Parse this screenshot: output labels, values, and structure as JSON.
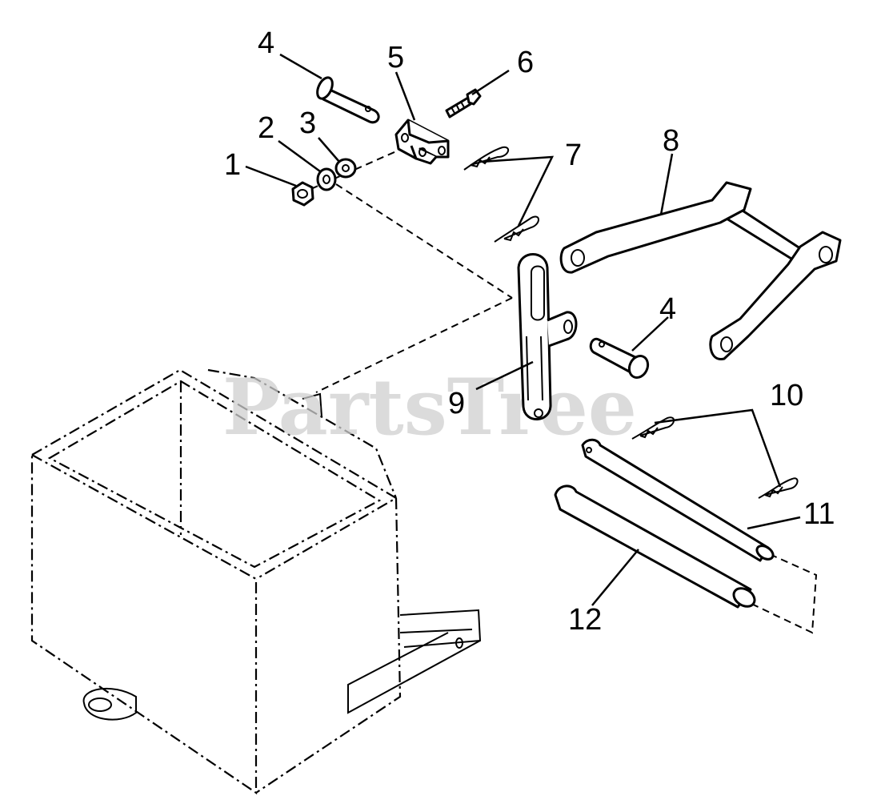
{
  "watermark": "PartsTree",
  "callouts": [
    {
      "id": "1",
      "label": "1"
    },
    {
      "id": "2",
      "label": "2"
    },
    {
      "id": "3",
      "label": "3"
    },
    {
      "id": "4a",
      "label": "4"
    },
    {
      "id": "4b",
      "label": "4"
    },
    {
      "id": "5",
      "label": "5"
    },
    {
      "id": "6",
      "label": "6"
    },
    {
      "id": "7",
      "label": "7"
    },
    {
      "id": "8",
      "label": "8"
    },
    {
      "id": "9",
      "label": "9"
    },
    {
      "id": "10",
      "label": "10"
    },
    {
      "id": "11",
      "label": "11"
    },
    {
      "id": "12",
      "label": "12"
    }
  ]
}
